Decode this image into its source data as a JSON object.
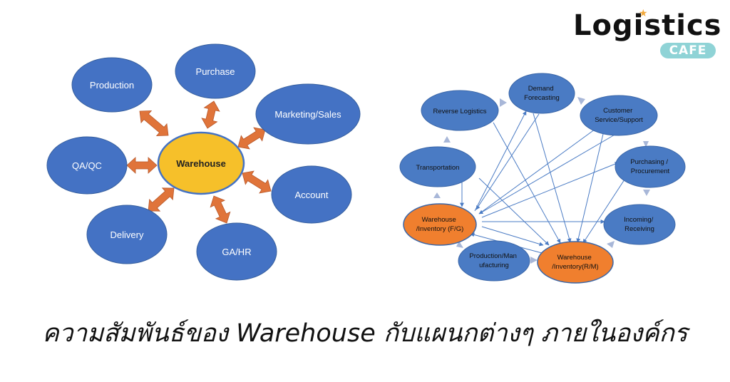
{
  "brand": {
    "word": "Logistics",
    "badge": "CAFE",
    "colors": {
      "word": "#111111",
      "badge": "#8fd3d6",
      "star": "#f2a93b"
    }
  },
  "left_diagram": {
    "center": "Warehouse",
    "nodes": [
      "Production",
      "Purchase",
      "Marketing/Sales",
      "QA/QC",
      "Account",
      "Delivery",
      "GA/HR"
    ],
    "colors": {
      "node": "#4472c4",
      "center": "#f6c02a",
      "arrow": "#e0743a"
    }
  },
  "right_diagram": {
    "nodes": [
      {
        "label": [
          "Demand",
          "Forecasting"
        ],
        "highlight": false
      },
      {
        "label": [
          "Reverse Logistics"
        ],
        "highlight": false
      },
      {
        "label": [
          "Customer",
          "Service/Support"
        ],
        "highlight": false
      },
      {
        "label": [
          "Transportation"
        ],
        "highlight": false
      },
      {
        "label": [
          "Purchasing /",
          "Procurement"
        ],
        "highlight": false
      },
      {
        "label": [
          "Warehouse",
          "/Inventory (F/G)"
        ],
        "highlight": true
      },
      {
        "label": [
          "Incoming/",
          "Receiving"
        ],
        "highlight": false
      },
      {
        "label": [
          "Production/Man",
          "ufacturing"
        ],
        "highlight": false
      },
      {
        "label": [
          "Warehouse",
          "/Inventory(R/M)"
        ],
        "highlight": true
      }
    ],
    "colors": {
      "node": "#4a7bc4",
      "highlight": "#f07f2e",
      "link": "#4a7bc4",
      "chevron": "#a8b7d8"
    }
  },
  "caption": "ความสัมพันธ์ของ Warehouse กับแผนกต่างๆ ภายในองค์กร"
}
